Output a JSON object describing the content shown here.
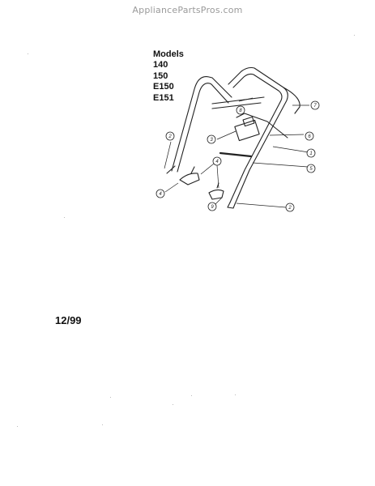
{
  "header": {
    "watermark": "AppliancePartsPros.com"
  },
  "models": {
    "heading": "Models",
    "list": [
      "140",
      "150",
      "E150",
      "E151"
    ]
  },
  "date": "12/99",
  "callouts": [
    "1",
    "2",
    "3",
    "4",
    "5",
    "6",
    "7",
    "8",
    "9",
    "2",
    "4"
  ],
  "colors": {
    "line": "#222222",
    "watermark": "#9a9a9a"
  }
}
